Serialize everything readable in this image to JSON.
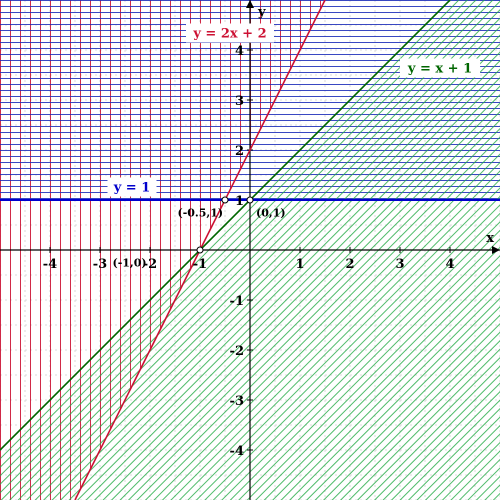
{
  "chart_data": {
    "type": "line",
    "title": "",
    "xlabel": "x",
    "ylabel": "y",
    "xlim": [
      -5,
      5
    ],
    "ylim": [
      -5,
      5
    ],
    "grid": true,
    "x_ticks": [
      "-4",
      "-3",
      "-2",
      "-1",
      "1",
      "2",
      "3",
      "4"
    ],
    "x_tick_values": [
      -4,
      -3,
      -2,
      -1,
      1,
      2,
      3,
      4
    ],
    "y_ticks": [
      "4",
      "3",
      "2",
      "1",
      "-1",
      "-2",
      "-3",
      "-4"
    ],
    "y_tick_values": [
      4,
      3,
      2,
      1,
      -1,
      -2,
      -3,
      -4
    ],
    "series": [
      {
        "name": "y = 2x + 2",
        "equation": "y = 2x + 2",
        "slope": 2,
        "intercept": 2,
        "color": "#cc1133",
        "shading": "above (vertical hatching)"
      },
      {
        "name": "y = x + 1",
        "equation": "y = x + 1",
        "slope": 1,
        "intercept": 1,
        "color": "#006600",
        "shading": "below (diagonal hatching)"
      },
      {
        "name": "y = 1",
        "equation": "y = 1",
        "slope": 0,
        "intercept": 1,
        "color": "#0000cc",
        "shading": "above (horizontal hatching)"
      }
    ],
    "points": [
      {
        "label": "(-0.5,1)",
        "x": -0.5,
        "y": 1
      },
      {
        "label": "(0,1)",
        "x": 0,
        "y": 1
      },
      {
        "label": "(-1,0)",
        "x": -1,
        "y": 0
      }
    ]
  }
}
